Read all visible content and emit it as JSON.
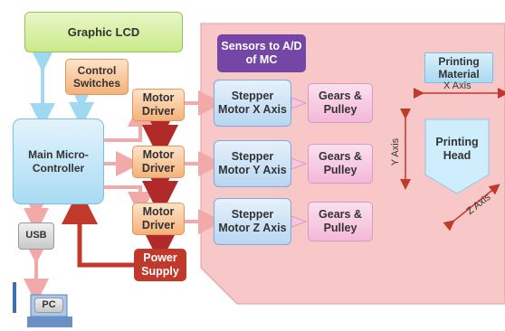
{
  "blocks": {
    "graphic_lcd": "Graphic LCD",
    "control_switches": "Control Switches",
    "main_controller": "Main Micro-Controller",
    "usb": "USB",
    "pc": "PC",
    "motor_driver": "Motor Driver",
    "power_supply": "Power Supply",
    "sensors": "Sensors to A/D of MC",
    "stepper_x": "Stepper Motor X Axis",
    "stepper_y": "Stepper Motor Y Axis",
    "stepper_z": "Stepper Motor Z Axis",
    "gears_pulley": "Gears & Pulley",
    "printing_material": "Printing Material",
    "printing_head": "Printing Head"
  },
  "axes": {
    "x": "X Axis",
    "y": "Y Axis",
    "z": "Z Axis"
  },
  "colors": {
    "printer_area": "#f8c6c6",
    "arrow_red": "#b02a2a",
    "arrow_pink": "#f2a9a9",
    "arrow_cyan": "#9fd8f0"
  }
}
